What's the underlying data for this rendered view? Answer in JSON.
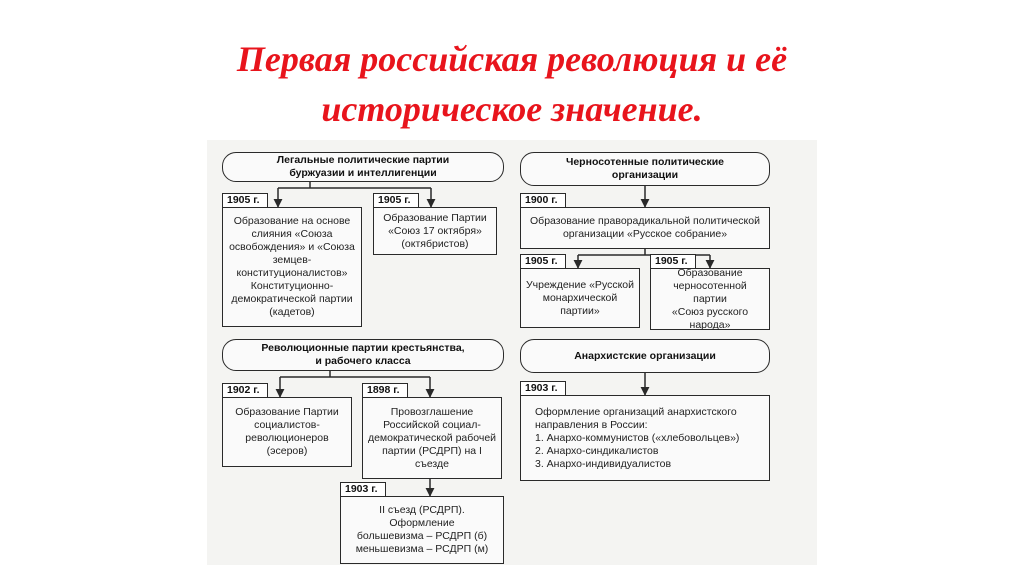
{
  "title": {
    "line1": "Первая российская революция и её",
    "line2": "историческое значение."
  },
  "diagram": {
    "legal_parties": "Легальные политические партии\nбуржуазии и интеллигенции",
    "black_hundred": "Черносотенные политические\nорганизации",
    "revolutionary_parties": "Революционные партии крестьянства,\nи рабочего класса",
    "anarchist": "Анархистские организации",
    "year_cadets": "1905 г.",
    "cadets": "Образование на основе\nслияния «Союза\nосвобождения» и «Союза\nземцев-\nконституционалистов»\nКонституционно-\nдемократической партии\n(кадетов)",
    "year_octobrists": "1905 г.",
    "octobrists": "Образование Партии\n«Союз 17 октября»\n(октябристов)",
    "year_russian_assembly": "1900 г.",
    "russian_assembly": "Образование праворадикальной политической\nорганизации «Русское собрание»",
    "year_monarchist": "1905 г.",
    "monarchist": "Учреждение «Русской\nмонархической\nпартии»",
    "year_union_russian": "1905 г.",
    "union_russian": "Образование\nчерносотенной партии\n«Союз русского\nнарода»",
    "year_sr": "1902 г.",
    "sr": "Образование Партии\nсоциалистов-\nреволюционеров\n(эсеров)",
    "year_rsdrp": "1898 г.",
    "rsdrp": "Провозглашение\nРоссийской социал-\nдемократической рабочей\nпартии (РСДРП) на I\nсъезде",
    "year_anarchists": "1903 г.",
    "anarchists": "Оформление организаций анархистского\nнаправления в России:\n1. Анархо-коммунистов («хлебовольцев»)\n2. Анархо-синдикалистов\n3. Анархо-индивидуалистов",
    "year_second_congress": "1903 г.",
    "second_congress": "II съезд (РСДРП).\nОформление\nбольшевизма – РСДРП (б)\nменьшевизма – РСДРП (м)"
  }
}
